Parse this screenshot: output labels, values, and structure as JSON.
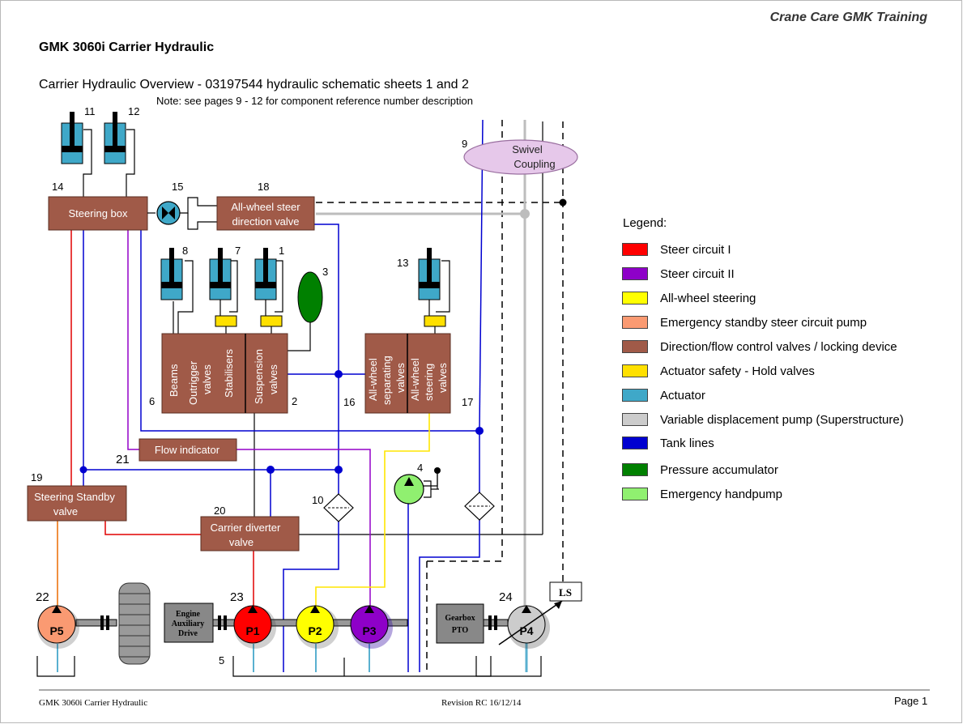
{
  "header": {
    "brand": "Crane Care GMK Training",
    "title": "GMK 3060i Carrier Hydraulic",
    "subtitle": "Carrier Hydraulic Overview - 03197544 hydraulic schematic sheets 1 and 2",
    "note": "Note: see pages 9 - 12 for component reference number description"
  },
  "diagram": {
    "components": {
      "steering_box": "Steering box",
      "awd_line1": "All-wheel steer",
      "awd_line2": "direction valve",
      "beams": "Beams",
      "outrigger_1": "Outrigger",
      "outrigger_2": "valves",
      "stabilisers": "Stabilisers",
      "suspension_1": "Suspension",
      "suspension_2": "valves",
      "aw_sep_1": "All-wheel",
      "aw_sep_2": "separating",
      "aw_sep_3": "valves",
      "aw_steer_1": "All-wheel",
      "aw_steer_2": "steering",
      "aw_steer_3": "valves",
      "flow_indicator": "Flow indicator",
      "standby_1": "Steering Standby",
      "standby_2": "valve",
      "diverter_1": "Carrier diverter",
      "diverter_2": "valve",
      "swivel_1": "Swivel",
      "swivel_2": "Coupling",
      "engine_1": "Engine",
      "engine_2": "Auxiliary",
      "engine_3": "Drive",
      "gearbox_1": "Gearbox",
      "gearbox_2": "PTO",
      "ls": "LS"
    },
    "pumps": {
      "p5": "P5",
      "p1": "P1",
      "p2": "P2",
      "p3": "P3",
      "p4": "P4"
    },
    "numbers": {
      "n1": "1",
      "n2": "2",
      "n3": "3",
      "n4": "4",
      "n5": "5",
      "n6": "6",
      "n7": "7",
      "n8": "8",
      "n9": "9",
      "n10": "10",
      "n11": "11",
      "n12": "12",
      "n13": "13",
      "n14": "14",
      "n15": "15",
      "n16": "16",
      "n17": "17",
      "n18": "18",
      "n19": "19",
      "n20": "20",
      "n21": "21",
      "n22": "22",
      "n23": "23",
      "n24": "24"
    },
    "colors": {
      "steer_i": "#ff0000",
      "steer_ii": "#8e00c8",
      "all_wheel": "#ffff00",
      "emergency_pump": "#fa9a72",
      "valve": "#a05a48",
      "hold_valve": "#ffe000",
      "actuator": "#3fa8c8",
      "variable_pump": "#cccccc",
      "tank": "#0000d0",
      "accumulator": "#008000",
      "handpump": "#90f070",
      "swivel": "#e6c8ea"
    }
  },
  "legend": {
    "title": "Legend:",
    "items": [
      {
        "label": "Steer circuit I",
        "color": "#ff0000"
      },
      {
        "label": "Steer circuit II",
        "color": "#8e00c8"
      },
      {
        "label": "All-wheel steering",
        "color": "#ffff00"
      },
      {
        "label": "Emergency standby steer circuit pump",
        "color": "#fa9a72"
      },
      {
        "label": "Direction/flow control valves / locking device",
        "color": "#a05a48"
      },
      {
        "label": "Actuator safety - Hold valves",
        "color": "#ffe000"
      },
      {
        "label": "Actuator",
        "color": "#3fa8c8"
      },
      {
        "label": "Variable displacement pump (Superstructure)",
        "color": "#cccccc"
      },
      {
        "label": "Tank lines",
        "color": "#0000d0"
      },
      {
        "label": "Pressure accumulator",
        "color": "#008000"
      },
      {
        "label": "Emergency handpump",
        "color": "#90f070"
      }
    ]
  },
  "footer": {
    "left": "GMK 3060i Carrier Hydraulic",
    "mid": "Revision RC 16/12/14",
    "right": "Page 1"
  }
}
